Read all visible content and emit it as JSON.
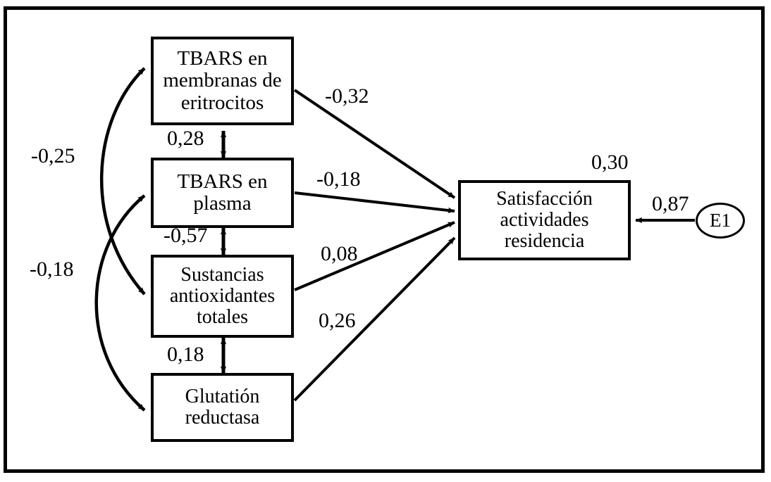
{
  "diagram": {
    "type": "path-diagram",
    "title": "",
    "language": "es",
    "nodes": [
      {
        "id": "tbars_membranas",
        "label": "TBARS en membranas de eritrocitos",
        "shape": "rectangle"
      },
      {
        "id": "tbars_plasma",
        "label": "TBARS en plasma",
        "shape": "rectangle"
      },
      {
        "id": "sustancias",
        "label": "Sustancias antioxidantes totales",
        "shape": "rectangle"
      },
      {
        "id": "glutation",
        "label": "Glutatión reductasa",
        "shape": "rectangle"
      },
      {
        "id": "satisfaccion",
        "label": "Satisfacción actividades residencia",
        "shape": "rectangle"
      },
      {
        "id": "error1",
        "label": "E1",
        "shape": "ellipse"
      }
    ],
    "paths": [
      {
        "from": "tbars_membranas",
        "to": "satisfaccion",
        "coefficient": "-0,32",
        "style": "single-arrow"
      },
      {
        "from": "tbars_plasma",
        "to": "satisfaccion",
        "coefficient": "-0,18",
        "style": "single-arrow"
      },
      {
        "from": "sustancias",
        "to": "satisfaccion",
        "coefficient": "0,08",
        "style": "single-arrow"
      },
      {
        "from": "glutation",
        "to": "satisfaccion",
        "coefficient": "0,26",
        "style": "single-arrow"
      },
      {
        "from": "error1",
        "to": "satisfaccion",
        "coefficient": "0,87",
        "style": "single-arrow"
      }
    ],
    "correlations": [
      {
        "between": [
          "tbars_membranas",
          "tbars_plasma"
        ],
        "coefficient": "0,28",
        "style": "double-arrow-vertical"
      },
      {
        "between": [
          "tbars_plasma",
          "sustancias"
        ],
        "coefficient": "-0,57",
        "style": "double-arrow-vertical"
      },
      {
        "between": [
          "sustancias",
          "glutation"
        ],
        "coefficient": "0,18",
        "style": "double-arrow-vertical"
      },
      {
        "between": [
          "tbars_membranas",
          "sustancias"
        ],
        "coefficient": "-0,25",
        "style": "double-arrow-curved"
      },
      {
        "between": [
          "tbars_plasma",
          "glutation"
        ],
        "coefficient": "-0,18",
        "style": "double-arrow-curved"
      }
    ],
    "explained_variance": {
      "node": "satisfaccion",
      "value": "0,30"
    },
    "colors": {
      "stroke": "#000000",
      "fill": "#ffffff",
      "text": "#000000"
    }
  }
}
